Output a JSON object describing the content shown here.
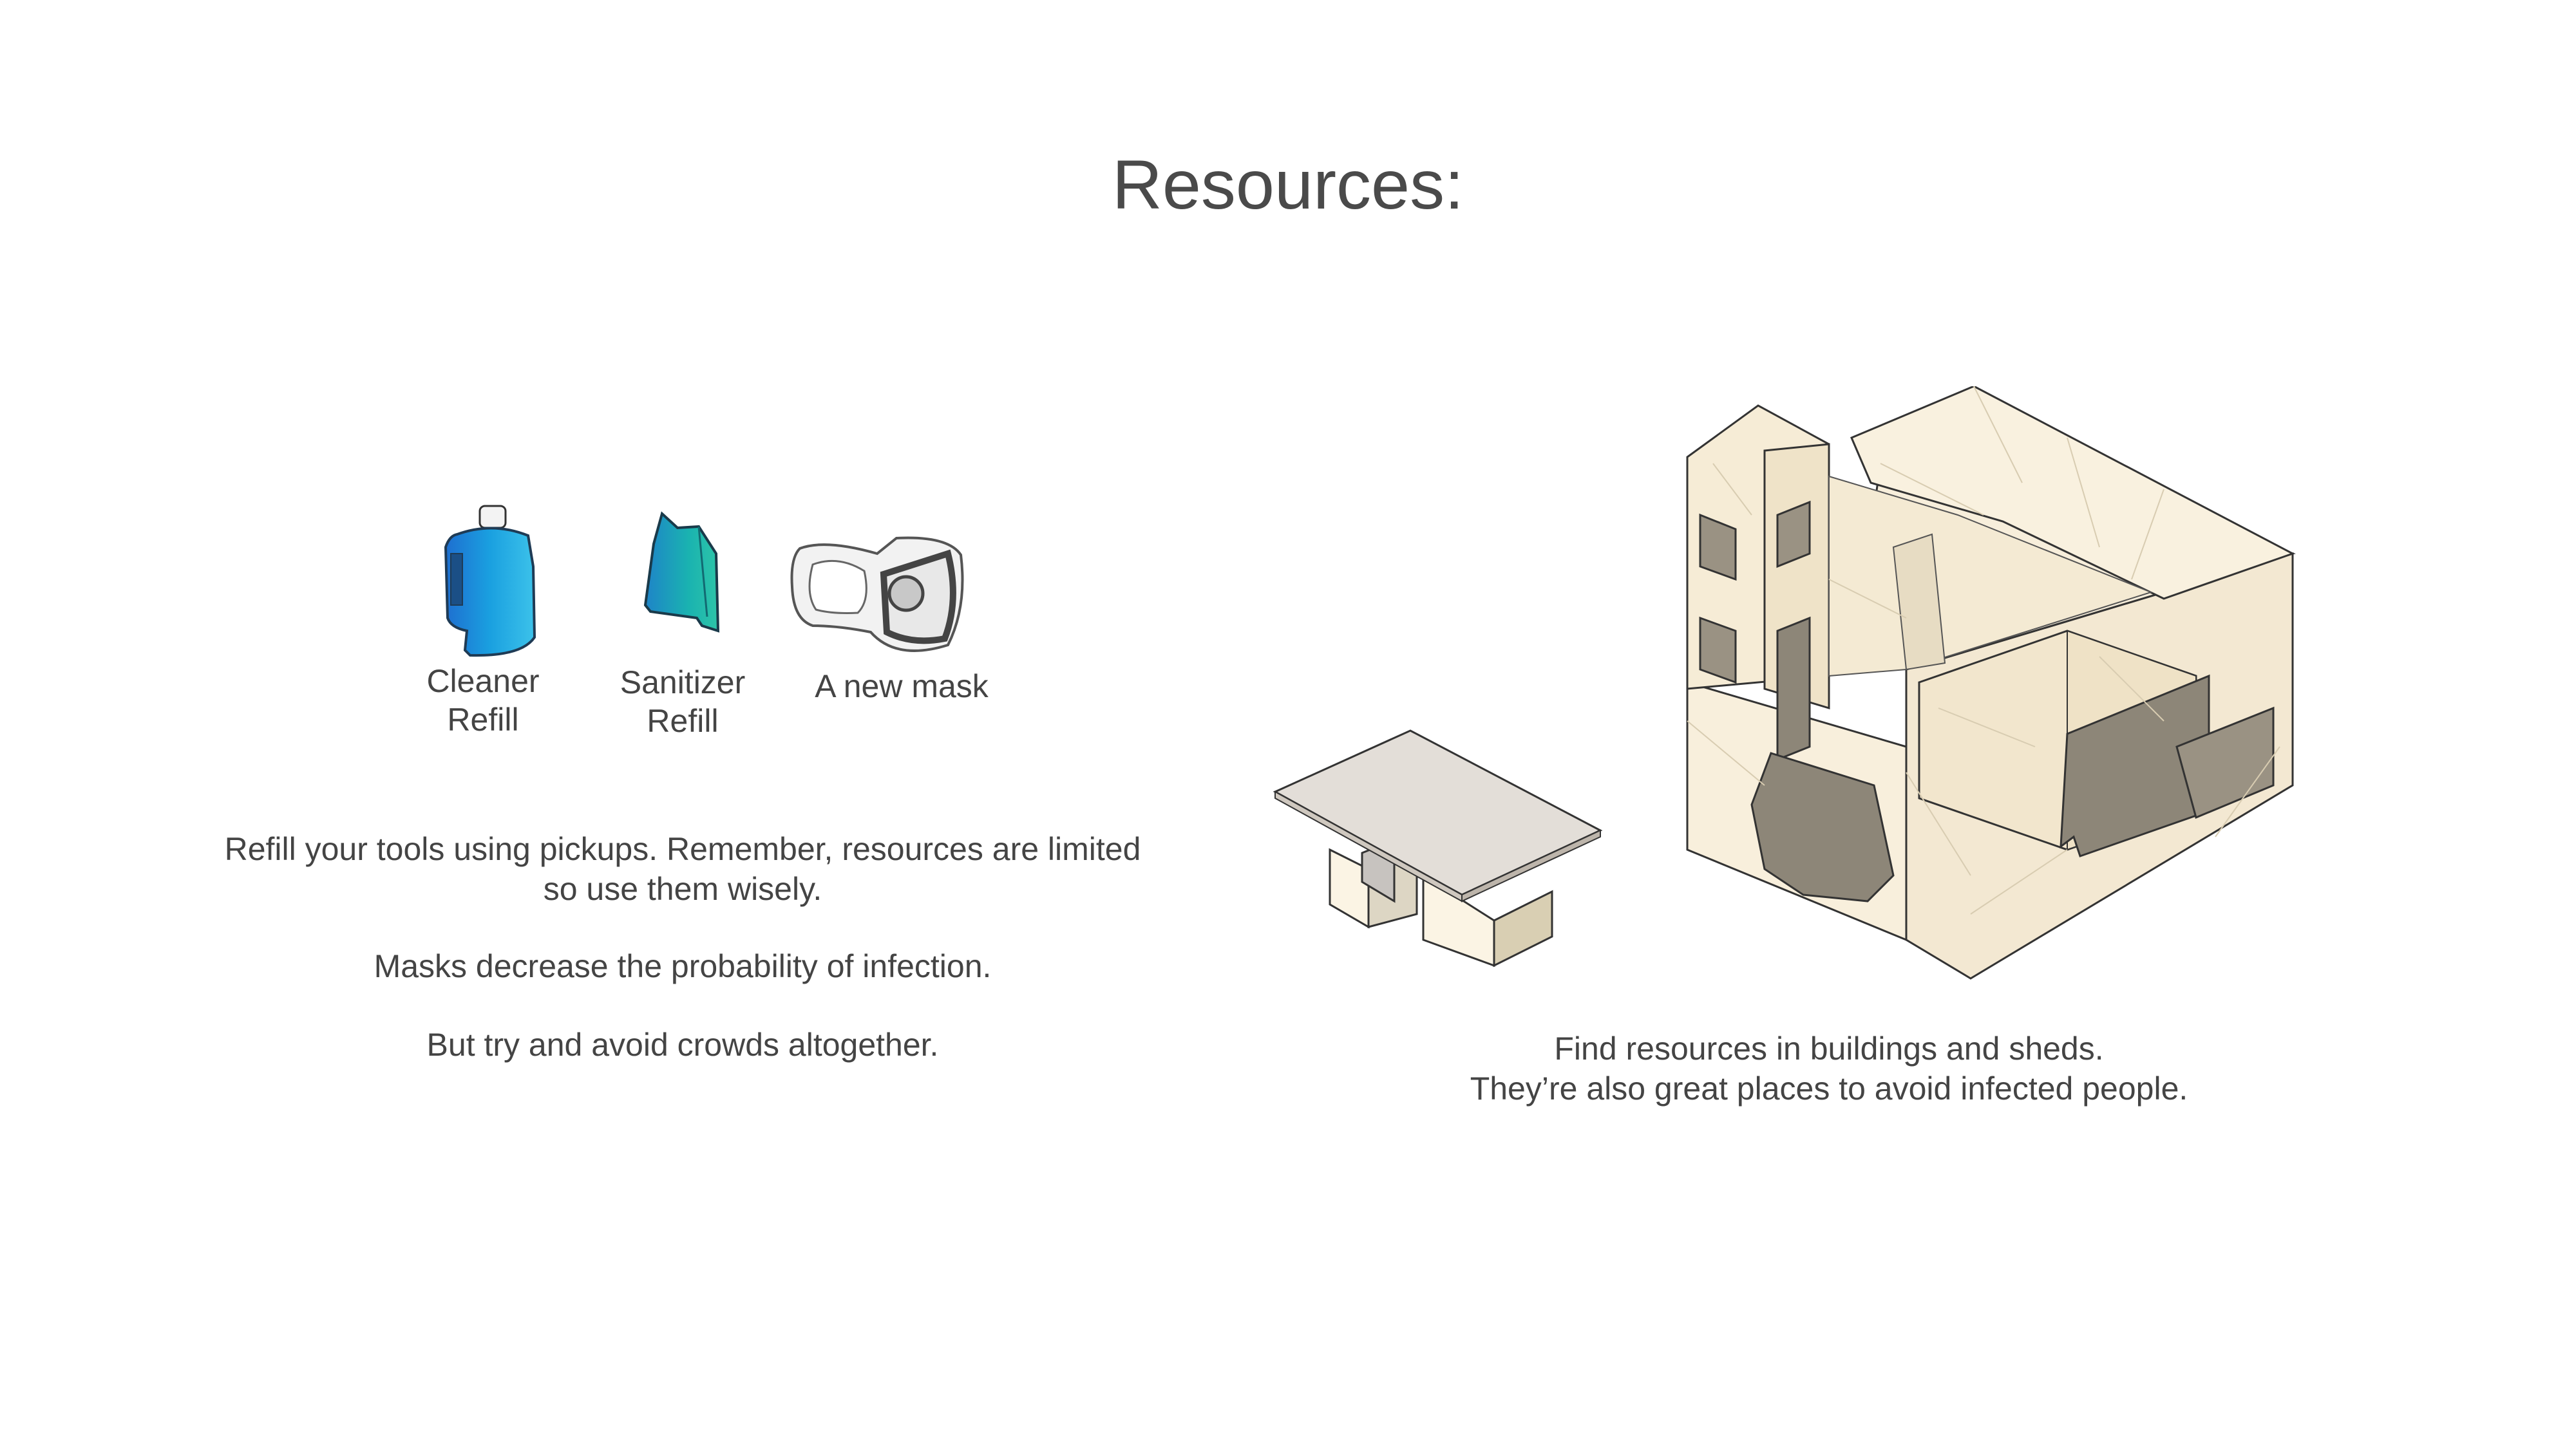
{
  "title": "Resources:",
  "pickups": [
    {
      "name": "cleaner-refill",
      "label_lines": [
        "Cleaner",
        "Refill"
      ],
      "icon": "cleaner-bottle-icon"
    },
    {
      "name": "sanitizer-refill",
      "label_lines": [
        "Sanitizer",
        "Refill"
      ],
      "icon": "sanitizer-pack-icon"
    },
    {
      "name": "new-mask",
      "label_lines": [
        "A new mask"
      ],
      "icon": "mask-icon"
    }
  ],
  "left_text": {
    "refill_line1": "Refill your tools using pickups. Remember, resources are limited",
    "refill_line2": "so use them wisely.",
    "masks": "Masks decrease the probability of infection.",
    "crowds": "But try and avoid crowds altogether."
  },
  "right_text": {
    "line1": "Find resources in buildings and sheds.",
    "line2": "They’re also great places to avoid infected people."
  },
  "illustrations": {
    "shed": "shed-illustration",
    "building": "building-illustration"
  },
  "colors": {
    "text": "#444444",
    "bottle_blue": "#1aa0e0",
    "sanitizer_teal": "#1ab3b0",
    "building_cream": "#f6ecd8",
    "shadow_grey": "#8d8678",
    "table_top": "#e3ded8"
  }
}
